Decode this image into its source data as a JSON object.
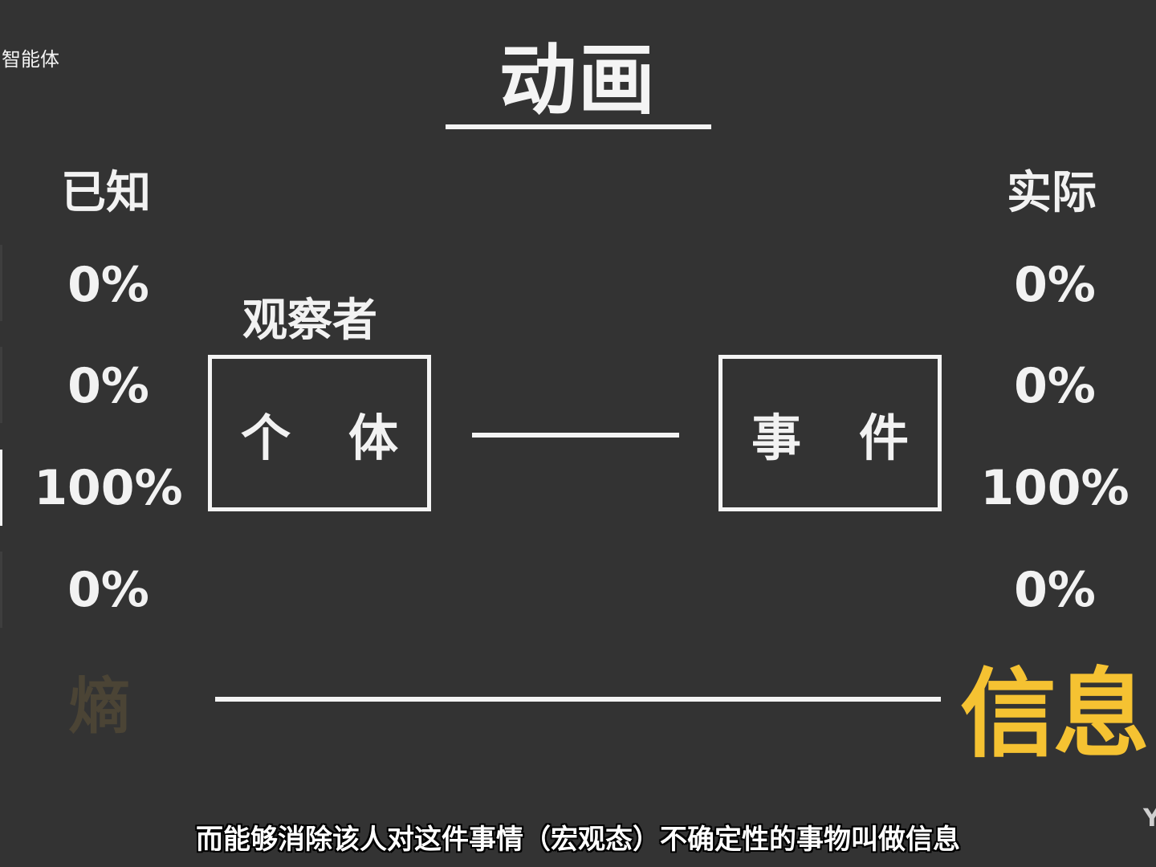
{
  "watermark": "智能体",
  "title": "动画",
  "left_column": {
    "heading": "已知",
    "values": [
      "0%",
      "0%",
      "100%",
      "0%"
    ]
  },
  "right_column": {
    "heading": "实际",
    "values": [
      "0%",
      "0%",
      "100%",
      "0%"
    ]
  },
  "observer_label": "观察者",
  "individual_box": [
    "个",
    "体"
  ],
  "event_box": [
    "事",
    "件"
  ],
  "entropy_label": "熵",
  "information_label": "信息",
  "subtitle": "而能够消除该人对这件事情（宏观态）不确定性的事物叫做信息",
  "corner_mark": "Y",
  "colors": {
    "background": "#333333",
    "accent": "#f5c232",
    "text": "#f4f4f4",
    "faded": "#4b4435"
  }
}
